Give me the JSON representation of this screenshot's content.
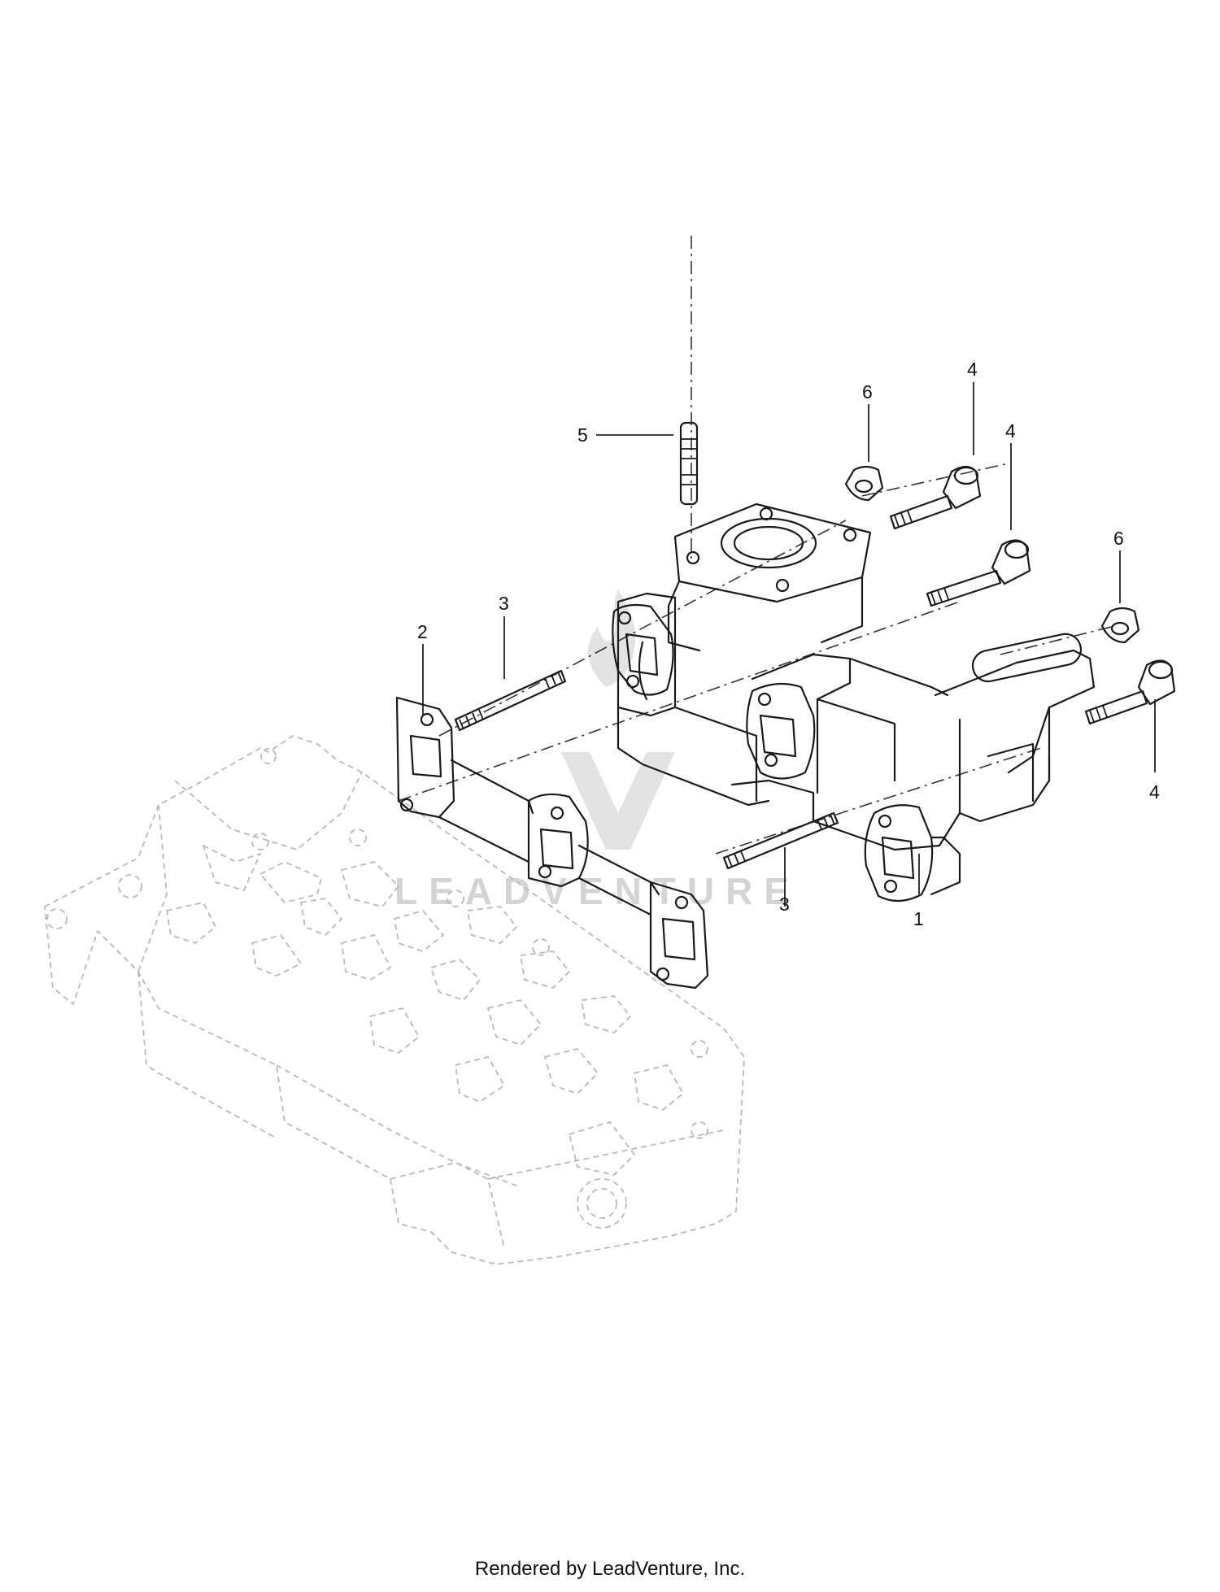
{
  "callouts": {
    "c1": "1",
    "c2": "2",
    "c3a": "3",
    "c3b": "3",
    "c4a": "4",
    "c4b": "4",
    "c4c": "4",
    "c5": "5",
    "c6a": "6",
    "c6b": "6"
  },
  "watermark": "LEADVENTURE",
  "footer": "Rendered by LeadVenture, Inc.",
  "colors": {
    "line": "#1a1a1a",
    "ghost": "#b9b9b9",
    "watermark": "#d4d4d4"
  }
}
